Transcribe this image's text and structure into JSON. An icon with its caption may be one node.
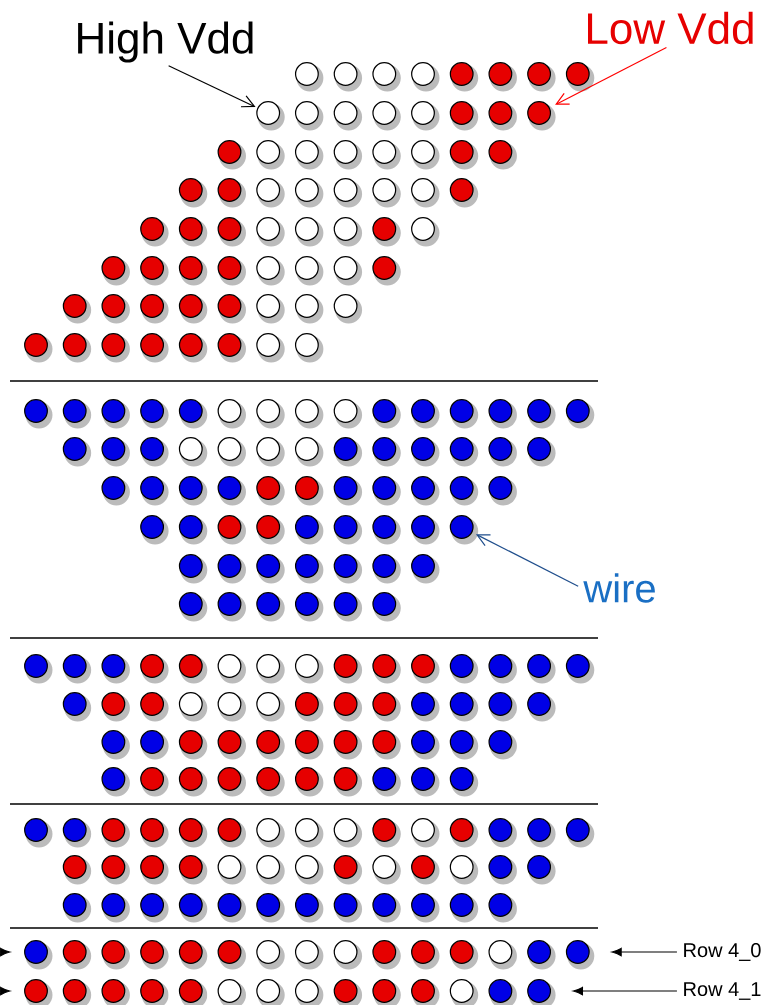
{
  "diagram": {
    "nodes": [
      {
        "text": [
          "High Vdd"
        ]
      },
      {
        "text": [
          "Low Vdd"
        ]
      },
      {
        "text": [],
        "shape": "circle"
      },
      {
        "text": [],
        "shape": "circle"
      },
      {
        "text": [],
        "shape": "circle"
      },
      {
        "text": [],
        "shape": "circle"
      },
      {
        "text": [],
        "shape": "circle"
      },
      {
        "text": [],
        "shape": "circle"
      },
      {
        "text": [],
        "shape": "circle"
      },
      {
        "text": [],
        "shape": "circle"
      },
      {
        "text": [],
        "shape": "circle"
      },
      {
        "text": [],
        "shape": "circle"
      },
      {
        "text": [],
        "shape": "circle"
      },
      {
        "text": [],
        "shape": "circle"
      },
      {
        "text": [],
        "shape": "circle"
      },
      {
        "text": [],
        "shape": "circle"
      },
      {
        "text": [],
        "shape": "circle"
      },
      {
        "text": [],
        "shape": "circle"
      },
      {
        "text": [],
        "shape": "circle"
      },
      {
        "text": [],
        "shape": "circle"
      },
      {
        "text": [],
        "shape": "circle"
      },
      {
        "text": [],
        "shape": "circle"
      },
      {
        "text": [],
        "shape": "circle"
      },
      {
        "text": [],
        "shape": "circle"
      },
      {
        "text": [],
        "shape": "circle"
      },
      {
        "text": [],
        "shape": "circle"
      },
      {
        "text": [],
        "shape": "circle"
      },
      {
        "text": [],
        "shape": "circle"
      },
      {
        "text": [],
        "shape": "circle"
      },
      {
        "text": [],
        "shape": "circle"
      },
      {
        "text": [],
        "shape": "circle"
      },
      {
        "text": [],
        "shape": "circle"
      },
      {
        "text": [],
        "shape": "circle"
      },
      {
        "text": [],
        "shape": "circle"
      },
      {
        "text": [],
        "shape": "circle"
      },
      {
        "text": [],
        "shape": "circle"
      },
      {
        "text": [],
        "shape": "circle"
      },
      {
        "text": [],
        "shape": "circle"
      },
      {
        "text": [],
        "shape": "circle"
      },
      {
        "text": [],
        "shape": "circle"
      },
      {
        "text": [],
        "shape": "circle"
      },
      {
        "text": [],
        "shape": "circle"
      },
      {
        "text": [],
        "shape": "circle"
      },
      {
        "text": [],
        "shape": "circle"
      },
      {
        "text": [],
        "shape": "circle"
      },
      {
        "text": [],
        "shape": "circle"
      },
      {
        "text": [],
        "shape": "circle"
      },
      {
        "text": [],
        "shape": "circle"
      },
      {
        "text": [],
        "shape": "circle"
      },
      {
        "text": [],
        "shape": "circle"
      },
      {
        "text": [],
        "shape": "circle"
      },
      {
        "text": [],
        "shape": "circle"
      },
      {
        "text": [],
        "shape": "circle"
      },
      {
        "text": [],
        "shape": "circle"
      },
      {
        "text": [],
        "shape": "circle"
      },
      {
        "text": [],
        "shape": "circle"
      },
      {
        "text": [],
        "shape": "circle"
      },
      {
        "text": [],
        "shape": "circle"
      },
      {
        "text": [],
        "shape": "circle"
      },
      {
        "text": [],
        "shape": "circle"
      },
      {
        "text": [],
        "shape": "circle"
      },
      {
        "text": [],
        "shape": "circle"
      },
      {
        "text": [],
        "shape": "circle"
      },
      {
        "text": [],
        "shape": "circle"
      },
      {
        "text": [],
        "shape": "circle"
      },
      {
        "text": [],
        "shape": "circle"
      },
      {
        "text": [],
        "shape": "circle"
      },
      {
        "text": [],
        "shape": "circle"
      },
      {
        "text": [],
        "shape": "circle"
      },
      {
        "text": [],
        "shape": "circle"
      },
      {
        "text": [],
        "shape": "circle"
      },
      {
        "text": [],
        "shape": "circle"
      },
      {
        "text": [],
        "shape": "circle"
      },
      {
        "text": [],
        "shape": "circle"
      },
      {
        "text": [],
        "shape": "circle"
      },
      {
        "text": [],
        "shape": "circle"
      },
      {
        "text": [],
        "shape": "circle"
      },
      {
        "text": [],
        "shape": "circle"
      },
      {
        "text": [],
        "shape": "circle"
      },
      {
        "text": [],
        "shape": "circle"
      },
      {
        "text": [],
        "shape": "circle"
      },
      {
        "text": [],
        "shape": "circle"
      },
      {
        "text": [],
        "shape": "circle"
      },
      {
        "text": [],
        "shape": "circle"
      },
      {
        "text": [],
        "shape": "circle"
      },
      {
        "text": [],
        "shape": "circle"
      },
      {
        "text": [],
        "shape": "circle"
      },
      {
        "text": [],
        "shape": "circle"
      },
      {
        "text": [],
        "shape": "circle"
      },
      {
        "text": [],
        "shape": "circle"
      },
      {
        "text": [],
        "shape": "circle"
      },
      {
        "text": [],
        "shape": "circle"
      },
      {
        "text": [],
        "shape": "circle"
      },
      {
        "text": [],
        "shape": "circle"
      },
      {
        "text": [],
        "shape": "circle"
      },
      {
        "text": [],
        "shape": "circle"
      },
      {
        "text": [],
        "shape": "circle"
      },
      {
        "text": [],
        "shape": "circle"
      },
      {
        "text": [],
        "shape": "circle"
      },
      {
        "text": [],
        "shape": "circle"
      },
      {
        "text": [],
        "shape": "circle"
      },
      {
        "text": [],
        "shape": "circle"
      },
      {
        "text": [],
        "shape": "circle"
      },
      {
        "text": [],
        "shape": "circle"
      },
      {
        "text": [],
        "shape": "circle"
      },
      {
        "text": [],
        "shape": "circle"
      },
      {
        "text": [],
        "shape": "circle"
      },
      {
        "text": [],
        "shape": "circle"
      },
      {
        "text": [],
        "shape": "circle"
      },
      {
        "text": [],
        "shape": "circle"
      },
      {
        "text": [],
        "shape": "circle"
      },
      {
        "text": [],
        "shape": "circle"
      },
      {
        "text": [],
        "shape": "circle"
      },
      {
        "text": [],
        "shape": "circle"
      },
      {
        "text": [],
        "shape": "circle"
      },
      {
        "text": [],
        "shape": "circle"
      },
      {
        "text": [],
        "shape": "circle"
      },
      {
        "text": [],
        "shape": "circle"
      },
      {
        "text": [],
        "shape": "circle"
      },
      {
        "text": [],
        "shape": "circle"
      },
      {
        "text": [],
        "shape": "circle"
      },
      {
        "text": [],
        "shape": "circle"
      },
      {
        "text": [],
        "shape": "circle"
      },
      {
        "text": [],
        "shape": "circle"
      },
      {
        "text": [],
        "shape": "circle"
      },
      {
        "text": [],
        "shape": "circle"
      },
      {
        "text": [],
        "shape": "circle"
      },
      {
        "text": [
          "wire"
        ]
      },
      {
        "text": [],
        "shape": "circle"
      },
      {
        "text": [],
        "shape": "circle"
      },
      {
        "text": [],
        "shape": "circle"
      },
      {
        "text": [],
        "shape": "circle"
      },
      {
        "text": [],
        "shape": "circle"
      },
      {
        "text": [],
        "shape": "circle"
      },
      {
        "text": [],
        "shape": "circle"
      },
      {
        "text": [],
        "shape": "circle"
      },
      {
        "text": [],
        "shape": "circle"
      },
      {
        "text": [],
        "shape": "circle"
      },
      {
        "text": [],
        "shape": "circle"
      },
      {
        "text": [],
        "shape": "circle"
      },
      {
        "text": [],
        "shape": "circle"
      },
      {
        "text": [],
        "shape": "circle"
      },
      {
        "text": [],
        "shape": "circle"
      },
      {
        "text": [],
        "shape": "circle"
      },
      {
        "text": [],
        "shape": "circle"
      },
      {
        "text": [],
        "shape": "circle"
      },
      {
        "text": [],
        "shape": "circle"
      },
      {
        "text": [],
        "shape": "circle"
      },
      {
        "text": [],
        "shape": "circle"
      },
      {
        "text": [],
        "shape": "circle"
      },
      {
        "text": [],
        "shape": "circle"
      },
      {
        "text": [],
        "shape": "circle"
      },
      {
        "text": [],
        "shape": "circle"
      },
      {
        "text": [],
        "shape": "circle"
      },
      {
        "text": [],
        "shape": "circle"
      },
      {
        "text": [],
        "shape": "circle"
      },
      {
        "text": [],
        "shape": "circle"
      },
      {
        "text": [],
        "shape": "circle"
      },
      {
        "text": [],
        "shape": "circle"
      },
      {
        "text": [],
        "shape": "circle"
      },
      {
        "text": [],
        "shape": "circle"
      },
      {
        "text": [],
        "shape": "circle"
      },
      {
        "text": [],
        "shape": "circle"
      },
      {
        "text": [],
        "shape": "circle"
      },
      {
        "text": [],
        "shape": "circle"
      },
      {
        "text": [],
        "shape": "circle"
      },
      {
        "text": [],
        "shape": "circle"
      },
      {
        "text": [],
        "shape": "circle"
      },
      {
        "text": [],
        "shape": "circle"
      },
      {
        "text": [],
        "shape": "circle"
      },
      {
        "text": [],
        "shape": "circle"
      },
      {
        "text": [],
        "shape": "circle"
      },
      {
        "text": [],
        "shape": "circle"
      },
      {
        "text": [],
        "shape": "circle"
      },
      {
        "text": [],
        "shape": "circle"
      },
      {
        "text": [],
        "shape": "circle"
      },
      {
        "text": [],
        "shape": "circle"
      },
      {
        "text": [],
        "shape": "circle"
      },
      {
        "text": [],
        "shape": "circle"
      },
      {
        "text": [],
        "shape": "circle"
      },
      {
        "text": [],
        "shape": "circle"
      },
      {
        "text": [],
        "shape": "circle"
      },
      {
        "text": [],
        "shape": "circle"
      },
      {
        "text": [],
        "shape": "circle"
      },
      {
        "text": [],
        "shape": "circle"
      },
      {
        "text": [],
        "shape": "circle"
      },
      {
        "text": [],
        "shape": "circle"
      },
      {
        "text": [],
        "shape": "circle"
      },
      {
        "text": [],
        "shape": "circle"
      },
      {
        "text": [],
        "shape": "circle"
      },
      {
        "text": [],
        "shape": "circle"
      },
      {
        "text": [],
        "shape": "circle"
      },
      {
        "text": [],
        "shape": "circle"
      },
      {
        "text": [],
        "shape": "circle"
      },
      {
        "text": [],
        "shape": "circle"
      },
      {
        "text": [],
        "shape": "circle"
      },
      {
        "text": [],
        "shape": "circle"
      },
      {
        "text": [],
        "shape": "circle"
      },
      {
        "text": [],
        "shape": "circle"
      },
      {
        "text": [],
        "shape": "circle"
      },
      {
        "text": [],
        "shape": "circle"
      },
      {
        "text": [],
        "shape": "circle"
      },
      {
        "text": [],
        "shape": "circle"
      },
      {
        "text": [],
        "shape": "circle"
      },
      {
        "text": [],
        "shape": "circle"
      },
      {
        "text": [],
        "shape": "circle"
      },
      {
        "text": [],
        "shape": "circle"
      },
      {
        "text": [],
        "shape": "circle"
      },
      {
        "text": [],
        "shape": "circle"
      },
      {
        "text": [],
        "shape": "circle"
      },
      {
        "text": [],
        "shape": "circle"
      },
      {
        "text": [],
        "shape": "circle"
      },
      {
        "text": [],
        "shape": "circle"
      },
      {
        "text": [],
        "shape": "circle"
      },
      {
        "text": [],
        "shape": "circle"
      },
      {
        "text": [],
        "shape": "circle"
      },
      {
        "text": [],
        "shape": "circle"
      },
      {
        "text": [],
        "shape": "circle"
      },
      {
        "text": [],
        "shape": "circle"
      },
      {
        "text": [],
        "shape": "circle"
      },
      {
        "text": [],
        "shape": "circle"
      },
      {
        "text": [],
        "shape": "circle"
      },
      {
        "text": [],
        "shape": "circle"
      },
      {
        "text": [],
        "shape": "circle"
      },
      {
        "text": [],
        "shape": "circle"
      },
      {
        "text": [],
        "shape": "circle"
      },
      {
        "text": [],
        "shape": "circle"
      },
      {
        "text": [],
        "shape": "circle"
      },
      {
        "text": [],
        "shape": "circle"
      },
      {
        "text": [],
        "shape": "circle"
      },
      {
        "text": [],
        "shape": "circle"
      },
      {
        "text": [],
        "shape": "circle"
      },
      {
        "text": [
          "Row 4_0"
        ]
      },
      {
        "text": [],
        "shape": "circle"
      },
      {
        "text": [],
        "shape": "circle"
      },
      {
        "text": [],
        "shape": "circle"
      },
      {
        "text": [],
        "shape": "circle"
      },
      {
        "text": [],
        "shape": "circle"
      },
      {
        "text": [],
        "shape": "circle"
      },
      {
        "text": [],
        "shape": "circle"
      },
      {
        "text": [],
        "shape": "circle"
      },
      {
        "text": [],
        "shape": "circle"
      },
      {
        "text": [],
        "shape": "circle"
      },
      {
        "text": [],
        "shape": "circle"
      },
      {
        "text": [],
        "shape": "circle"
      },
      {
        "text": [],
        "shape": "circle"
      },
      {
        "text": [],
        "shape": "circle"
      },
      {
        "text": [
          "Row 4_1"
        ]
      }
    ],
    "edges": [
      {
        "from": 0,
        "to": 10,
        "arrow": "to"
      },
      {
        "from": 1,
        "to": 17,
        "arrow": "to",
        "color": "#ff0000"
      },
      {
        "from": 127,
        "to": 113,
        "arrow": "to",
        "color": "#1f4e8c"
      },
      {
        "from": 232,
        "to": 231,
        "arrow": "to"
      },
      {
        "from": 247,
        "to": 246,
        "arrow": "to"
      },
      {
        "from": null,
        "to": 217,
        "arrow": "to"
      },
      {
        "from": null,
        "to": 233,
        "arrow": "to"
      }
    ]
  }
}
